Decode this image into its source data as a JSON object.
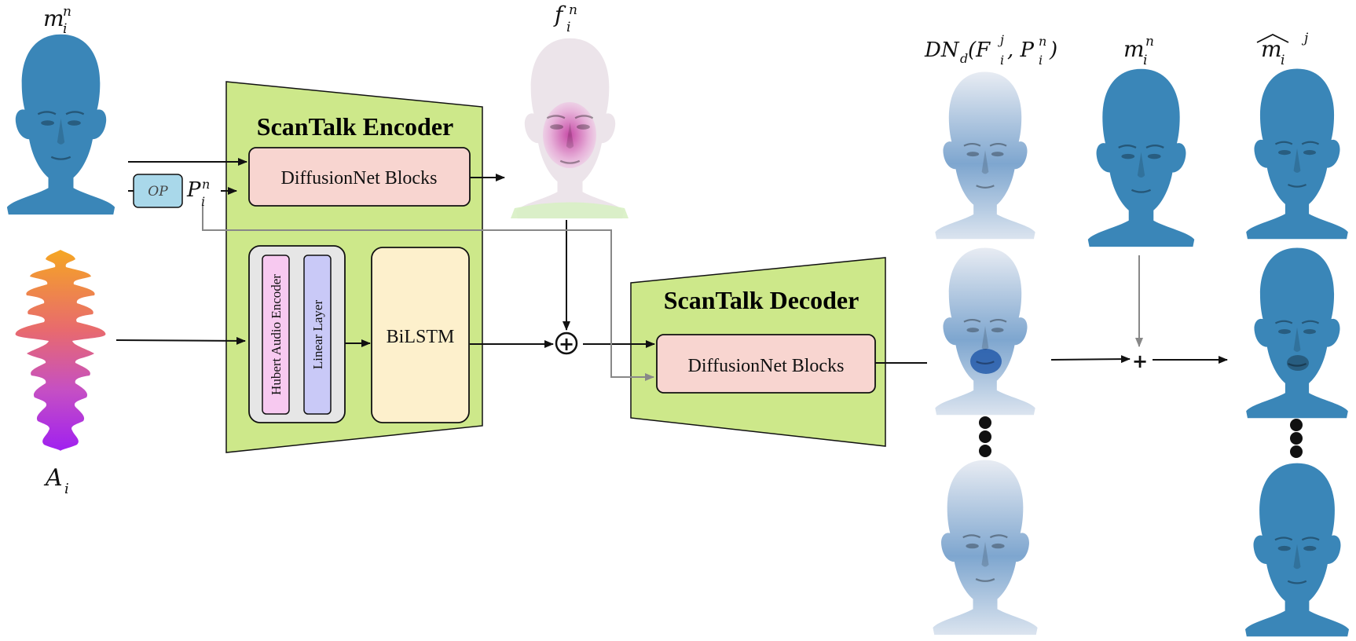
{
  "encoder": {
    "title": "ScanTalk  Encoder",
    "diffusion_label": "DiffusionNet Blocks",
    "hubert_label": "Hubert Audio Encoder",
    "linear_label": "Linear Layer",
    "bilstm_label": "BiLSTM"
  },
  "decoder": {
    "title": "ScanTalk  Decoder",
    "diffusion_label": "DiffusionNet Blocks"
  },
  "operator": {
    "label": "OP"
  },
  "math_labels": {
    "mesh_input": "m",
    "mesh_input_sub": "i",
    "mesh_input_sup": "n",
    "audio_input": "A",
    "audio_input_sub": "i",
    "points": "P",
    "points_sub": "i",
    "points_sup": "n",
    "features": "f",
    "features_sub": "i",
    "features_sup": "n",
    "displacement": "DN",
    "displacement_sub": "d",
    "displacement_args": "(F",
    "displacement_args_sup": "j",
    "displacement_args_sub": "i",
    "displacement_args_2": ", P",
    "displacement_args_2_sup": "n",
    "displacement_args_2_sub": "i",
    "displacement_close": ")",
    "template_mesh": "m",
    "template_mesh_sub": "i",
    "template_mesh_sup": "n",
    "output_mesh": "m",
    "output_mesh_sub": "i",
    "output_mesh_sup": "j"
  },
  "symbols": {
    "sum_circle": "+",
    "sum_plain": "+"
  },
  "colors": {
    "mesh_blue": "#3a86b8",
    "encoder_fill": "#cde88a",
    "diffusion_fill": "#f8d5d0",
    "hubert_fill": "#f7c9f0",
    "linear_fill": "#c9c9f7",
    "bilstm_fill": "#fdf0cc",
    "op_fill": "#a9d8ea",
    "highlight_magenta": "#c0309a"
  },
  "icons": {
    "mesh_head": "blue-head-mesh-icon",
    "feature_head": "feature-colored-head-icon",
    "waveform": "audio-waveform-icon",
    "ellipsis": "vertical-ellipsis-icon"
  }
}
